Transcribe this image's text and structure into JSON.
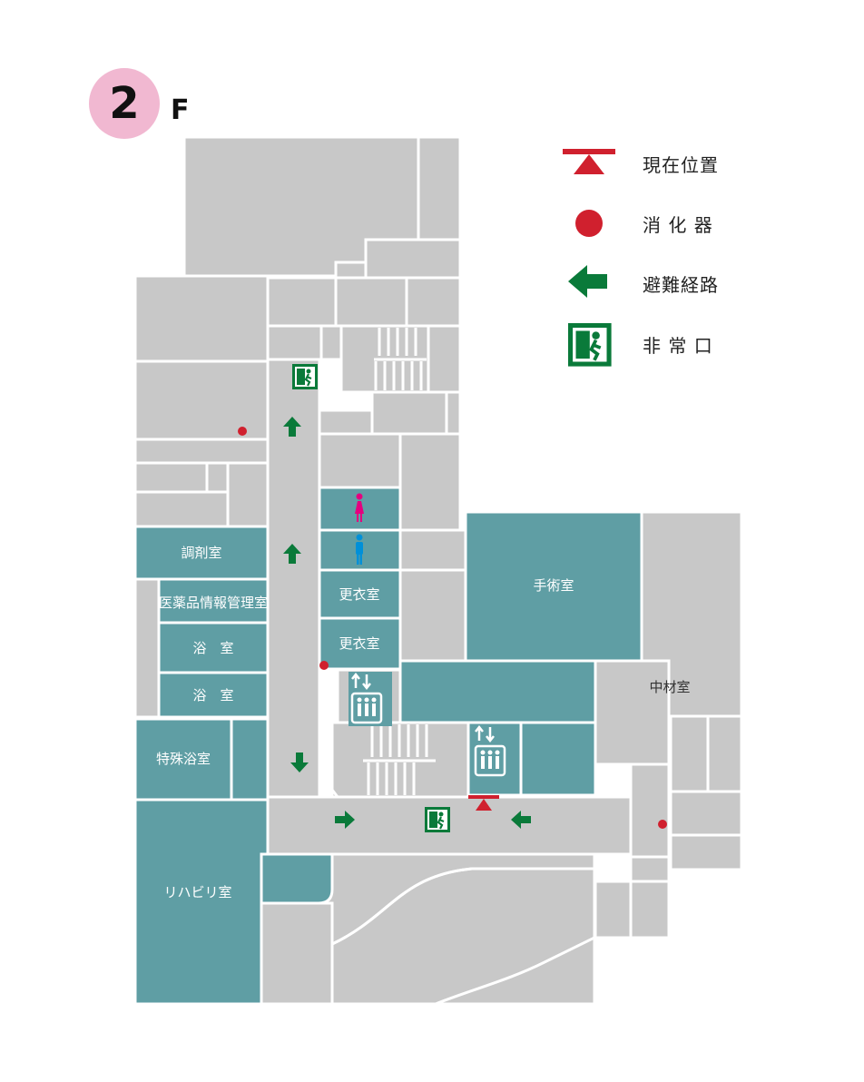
{
  "floor": {
    "number": "2",
    "unit": "F"
  },
  "legend": {
    "current": "現在位置",
    "extinguisher": "消 化 器",
    "route": "避難経路",
    "exit": "非 常 口"
  },
  "rooms": {
    "chozai": "調剤室",
    "iyaku": "医薬品情報管理室",
    "yoku1": "浴　室",
    "yoku2": "浴　室",
    "tokushu": "特殊浴室",
    "riha": "リハビリ室",
    "koui1": "更衣室",
    "koui2": "更衣室",
    "shujutsu": "手術室",
    "chuzai": "中材室"
  },
  "colors": {
    "teal": "#5f9ea4",
    "gray": "#c8c8c8",
    "green": "#0a7a3a",
    "red": "#d0202e",
    "pink": "#f1b8d1"
  }
}
